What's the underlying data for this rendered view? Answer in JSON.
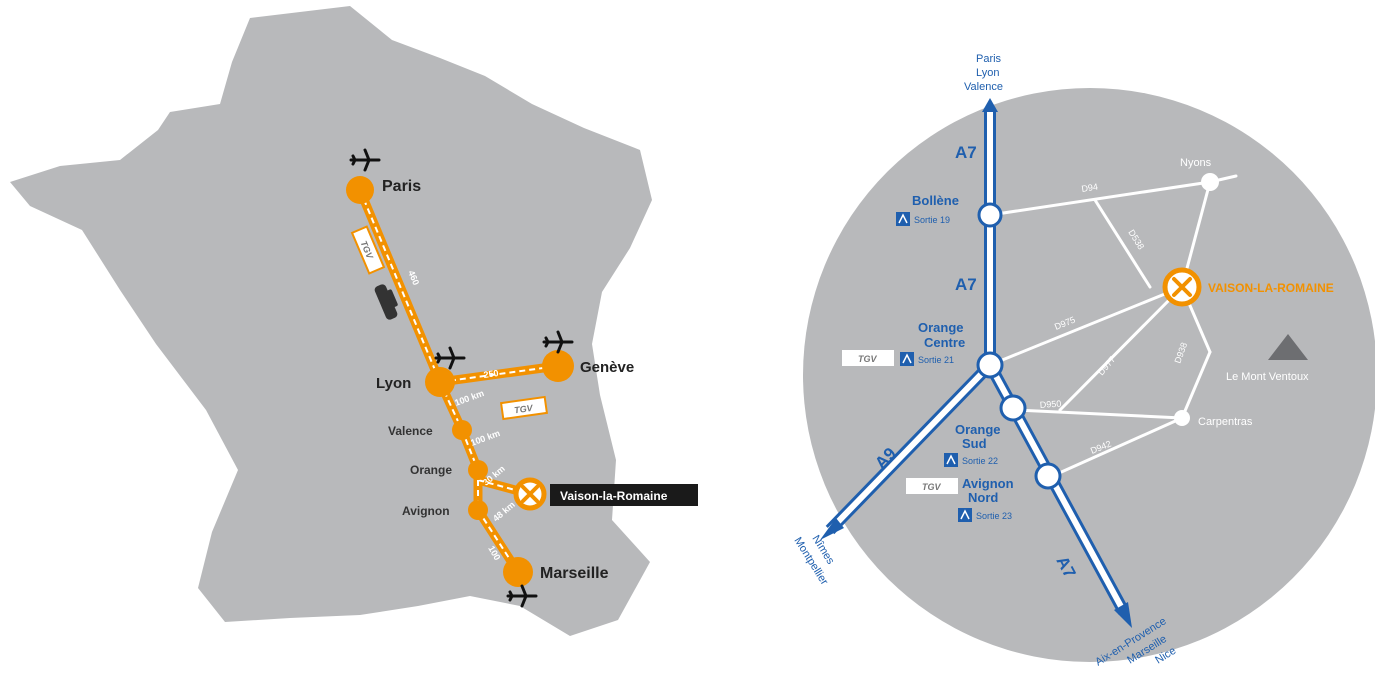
{
  "france_map": {
    "cities": {
      "paris": "Paris",
      "lyon": "Lyon",
      "geneve": "Genève",
      "valence": "Valence",
      "orange": "Orange",
      "avignon": "Avignon",
      "marseille": "Marseille"
    },
    "destination": "Vaison-la-Romaine",
    "distances": {
      "paris_lyon": "460",
      "lyon_valence": "100 km",
      "lyon_geneve": "250",
      "valence_orange": "100 km",
      "orange_avignon": "30 km",
      "vaison_avignon": "48 km",
      "avignon_marseille": "100"
    },
    "tgv_label": "TGV",
    "colors": {
      "route": "#f29100",
      "land": "#b8b9bb",
      "label_bg": "#1a1a1a"
    }
  },
  "regional_map": {
    "north_destinations": [
      "Paris",
      "Lyon",
      "Valence"
    ],
    "west_destinations": [
      "Nîmes",
      "Montpellier"
    ],
    "south_destinations": [
      "Aix-en-Provence",
      "Marseille",
      "Nice"
    ],
    "highways": {
      "a7": "A7",
      "a9": "A9"
    },
    "exits": {
      "bollene": {
        "name": "Bollène",
        "exit": "Sortie 19"
      },
      "orange_centre": {
        "name1": "Orange",
        "name2": "Centre",
        "exit": "Sortie 21"
      },
      "orange_sud": {
        "name1": "Orange",
        "name2": "Sud",
        "exit": "Sortie 22"
      },
      "avignon_nord": {
        "name1": "Avignon",
        "name2": "Nord",
        "exit": "Sortie 23"
      }
    },
    "towns": {
      "nyons": "Nyons",
      "carpentras": "Carpentras"
    },
    "destination": "VAISON-LA-ROMAINE",
    "landmark": "Le Mont Ventoux",
    "roads": {
      "d94": "D94",
      "d975": "D975",
      "d977": "D977",
      "d950": "D950",
      "d938": "D938",
      "d942": "D942",
      "d538": "D538"
    },
    "tgv_label": "TGV",
    "colors": {
      "highway": "#1f5fae",
      "land": "#b8b9bb",
      "destination": "#f29100"
    }
  }
}
